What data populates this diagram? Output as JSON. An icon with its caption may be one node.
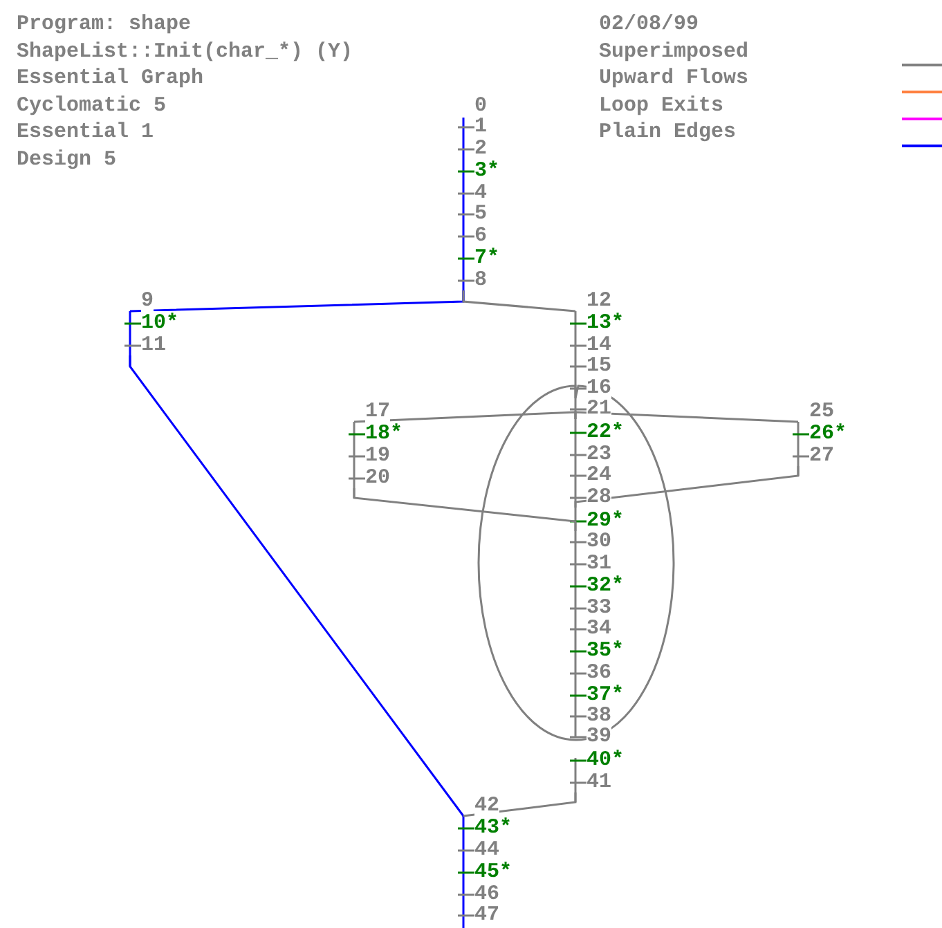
{
  "diagram": {
    "nodes": [
      {
        "text": [
          "0"
        ]
      },
      {
        "text": [
          "1"
        ]
      },
      {
        "text": [
          "2"
        ]
      },
      {
        "text": [
          "3*"
        ]
      },
      {
        "text": [
          "4"
        ]
      },
      {
        "text": [
          "5"
        ]
      },
      {
        "text": [
          "6"
        ]
      },
      {
        "text": [
          "7*"
        ]
      },
      {
        "text": [
          "8"
        ]
      },
      {
        "text": [
          "9"
        ]
      },
      {
        "text": [
          "10*"
        ]
      },
      {
        "text": [
          "11"
        ]
      },
      {
        "text": [
          "12"
        ]
      },
      {
        "text": [
          "13*"
        ]
      },
      {
        "text": [
          "14"
        ]
      },
      {
        "text": [
          "15"
        ]
      },
      {
        "text": [
          "16"
        ]
      },
      {
        "text": [
          "17"
        ]
      },
      {
        "text": [
          "18*"
        ]
      },
      {
        "text": [
          "19"
        ]
      },
      {
        "text": [
          "20"
        ]
      },
      {
        "text": [
          "21"
        ]
      },
      {
        "text": [
          "22*"
        ]
      },
      {
        "text": [
          "23"
        ]
      },
      {
        "text": [
          "24"
        ]
      },
      {
        "text": [
          "25"
        ]
      },
      {
        "text": [
          "26*"
        ]
      },
      {
        "text": [
          "27"
        ]
      },
      {
        "text": [
          "28"
        ]
      },
      {
        "text": [
          "29*"
        ]
      },
      {
        "text": [
          "30"
        ]
      },
      {
        "text": [
          "31"
        ]
      },
      {
        "text": [
          "32*"
        ]
      },
      {
        "text": [
          "33"
        ]
      },
      {
        "text": [
          "34"
        ]
      },
      {
        "text": [
          "35*"
        ]
      },
      {
        "text": [
          "36"
        ]
      },
      {
        "text": [
          "37*"
        ]
      },
      {
        "text": [
          "38"
        ]
      },
      {
        "text": [
          "39"
        ]
      },
      {
        "text": [
          "40*"
        ]
      },
      {
        "text": [
          "41"
        ]
      },
      {
        "text": [
          "42"
        ]
      },
      {
        "text": [
          "43*"
        ]
      },
      {
        "text": [
          "44"
        ]
      },
      {
        "text": [
          "45*"
        ]
      },
      {
        "text": [
          "46"
        ]
      },
      {
        "text": [
          "47"
        ]
      }
    ],
    "edges": [
      {
        "from": 8,
        "to": 9,
        "arrow": "none",
        "color": "#0000ff"
      },
      {
        "from": 8,
        "to": 12,
        "arrow": "none"
      },
      {
        "from": 11,
        "to": 42,
        "arrow": "none",
        "color": "#0000ff"
      },
      {
        "from": 21,
        "to": 17,
        "arrow": "none"
      },
      {
        "from": 21,
        "to": 25,
        "arrow": "none"
      },
      {
        "from": 20,
        "to": 29,
        "arrow": "none"
      },
      {
        "from": 27,
        "to": 28,
        "arrow": "none"
      },
      {
        "from": 16,
        "to": 39,
        "arrow": "none"
      },
      {
        "from": 41,
        "to": 42,
        "arrow": "none"
      }
    ],
    "labels": [
      "Program: shape",
      "ShapeList::Init(char_*) (Y)",
      "Essential Graph",
      "Cyclomatic 5",
      "Essential 1",
      "Design 5",
      "02/08/99"
    ],
    "legend": [
      {
        "text": "Superimposed",
        "color": "#808080"
      },
      {
        "text": "Upward Flows",
        "color": "#ff8040"
      },
      {
        "text": "Loop Exits",
        "color": "#ff00ff"
      },
      {
        "text": "Plain Edges",
        "color": "#0000ff"
      }
    ]
  }
}
